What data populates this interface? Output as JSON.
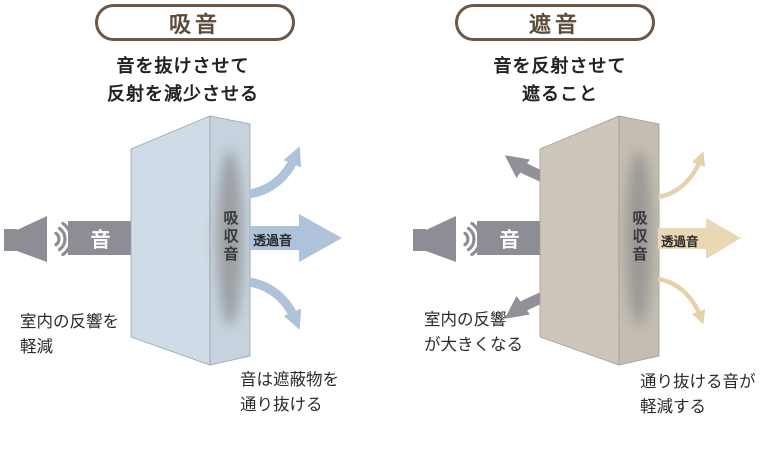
{
  "panels": [
    {
      "title": "吸音",
      "subtitle": [
        "音を抜けさせて",
        "反射を減少させる"
      ],
      "source_label": "音",
      "wall_label": "吸収音",
      "transmitted_label": "透過音",
      "note_reflection": [
        "室内の反響を",
        "軽減"
      ],
      "note_transmission": [
        "音は遮蔽物を",
        "通り抜ける"
      ],
      "colors": {
        "wall_front": "#cfdbe6",
        "wall_side": "#c6d3de",
        "wall_edge": "#9aa3ab",
        "transmitted_arrow": "#aec3da",
        "scatter_arrow": "#aec3da"
      }
    },
    {
      "title": "遮音",
      "subtitle": [
        "音を反射させて",
        "遮ること"
      ],
      "source_label": "音",
      "wall_label": "吸収音",
      "transmitted_label": "透過音",
      "note_reflection": [
        "室内の反響",
        "が大きくなる"
      ],
      "note_transmission": [
        "通り抜ける音が",
        "軽減する"
      ],
      "colors": {
        "wall_front": "#cdc6bb",
        "wall_side": "#c4bdb1",
        "wall_edge": "#a59e92",
        "transmitted_arrow": "#e9d8b3",
        "scatter_arrow": "#e5d2ab",
        "reflect_arrow": "#92919a"
      }
    }
  ],
  "shared": {
    "sound_gray": "#8d8d95",
    "pill_border": "#6d5746",
    "title_color": "#5d4b3b",
    "text_color": "#2b2b2b",
    "arrow_label_color": "#ffffff",
    "absorb_smudge": "#8a8a8a"
  }
}
